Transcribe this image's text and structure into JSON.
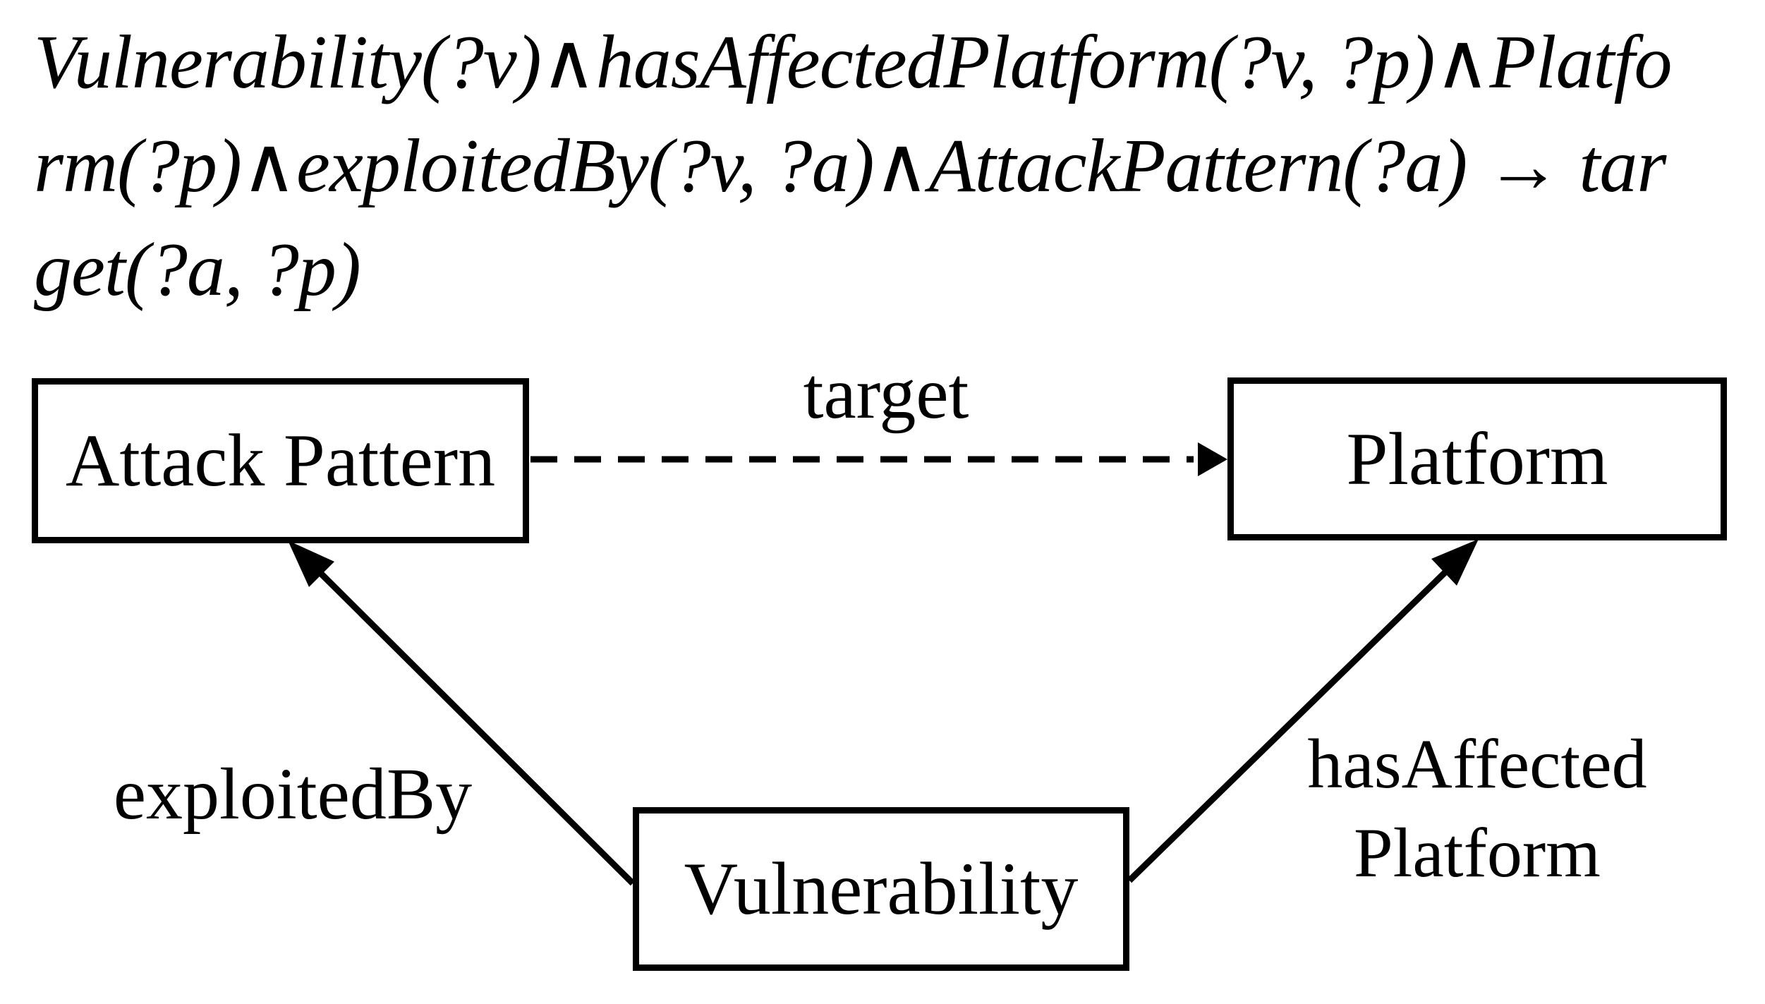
{
  "formula": {
    "lines": [
      "Vulnerability(?v)∧hasAffectedPlatform(?v, ?p)∧Platfo",
      "rm(?p)∧exploitedBy(?v, ?a)∧AttackPattern(?a) → tar",
      "get(?a, ?p)"
    ]
  },
  "diagram": {
    "nodes": {
      "attack_pattern": {
        "label": "Attack Pattern"
      },
      "platform": {
        "label": "Platform"
      },
      "vulnerability": {
        "label": "Vulnerability"
      }
    },
    "edges": {
      "target": {
        "label": "target",
        "style": "dashed",
        "from": "Attack Pattern",
        "to": "Platform"
      },
      "exploited_by": {
        "label": "exploitedBy",
        "style": "solid",
        "from": "Vulnerability",
        "to": "Attack Pattern"
      },
      "has_affected_platform": {
        "label_lines": [
          "hasAffected",
          "Platform"
        ],
        "style": "solid",
        "from": "Vulnerability",
        "to": "Platform"
      }
    }
  },
  "colors": {
    "ink": "#000000",
    "background": "#ffffff"
  }
}
